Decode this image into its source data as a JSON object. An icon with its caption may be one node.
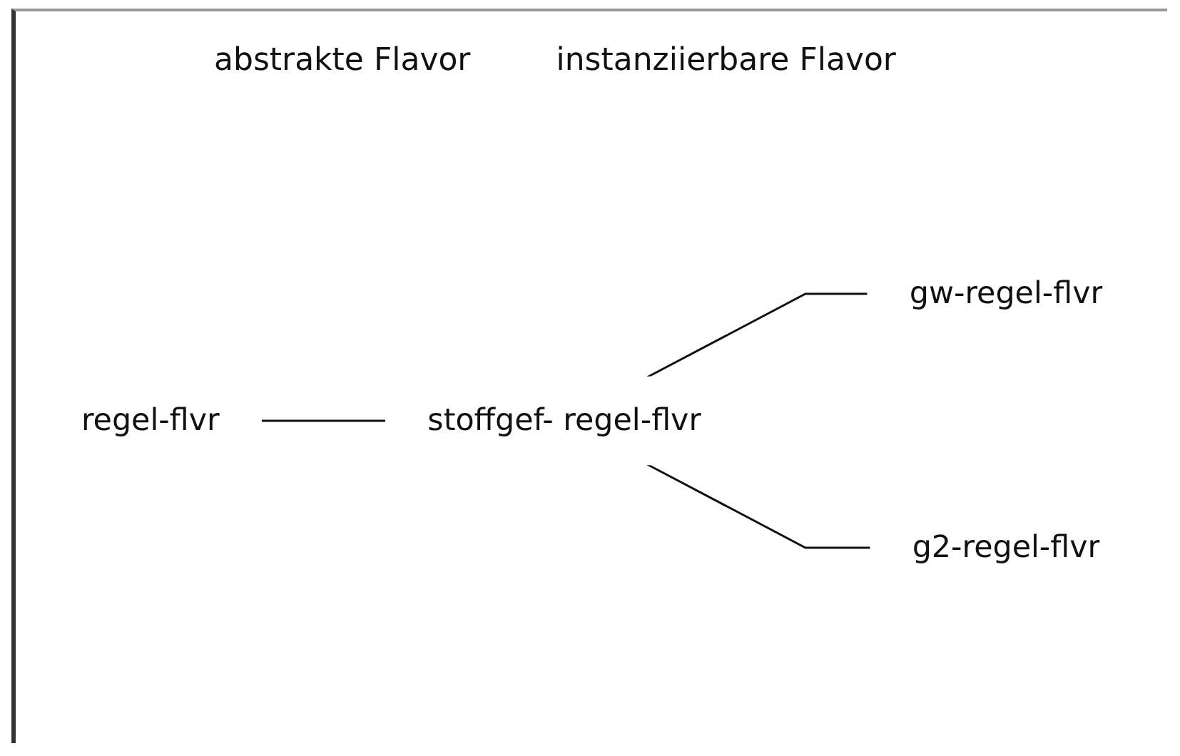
{
  "diagram": {
    "nodes": [
      {
        "text": [
          "regel-flvr"
        ]
      },
      {
        "text": [
          "stoffgef- regel-flvr"
        ]
      },
      {
        "text": [
          "gw-regel-flvr"
        ]
      },
      {
        "text": [
          "g2-regel-flvr"
        ]
      }
    ],
    "edges": [
      {
        "from": 0,
        "to": 1,
        "arrow": "none"
      },
      {
        "from": 1,
        "to": 2,
        "arrow": "none"
      },
      {
        "from": 1,
        "to": 3,
        "arrow": "none"
      }
    ],
    "labels": [
      "abstrakte Flavor",
      "instanziierbare Flavor"
    ]
  }
}
